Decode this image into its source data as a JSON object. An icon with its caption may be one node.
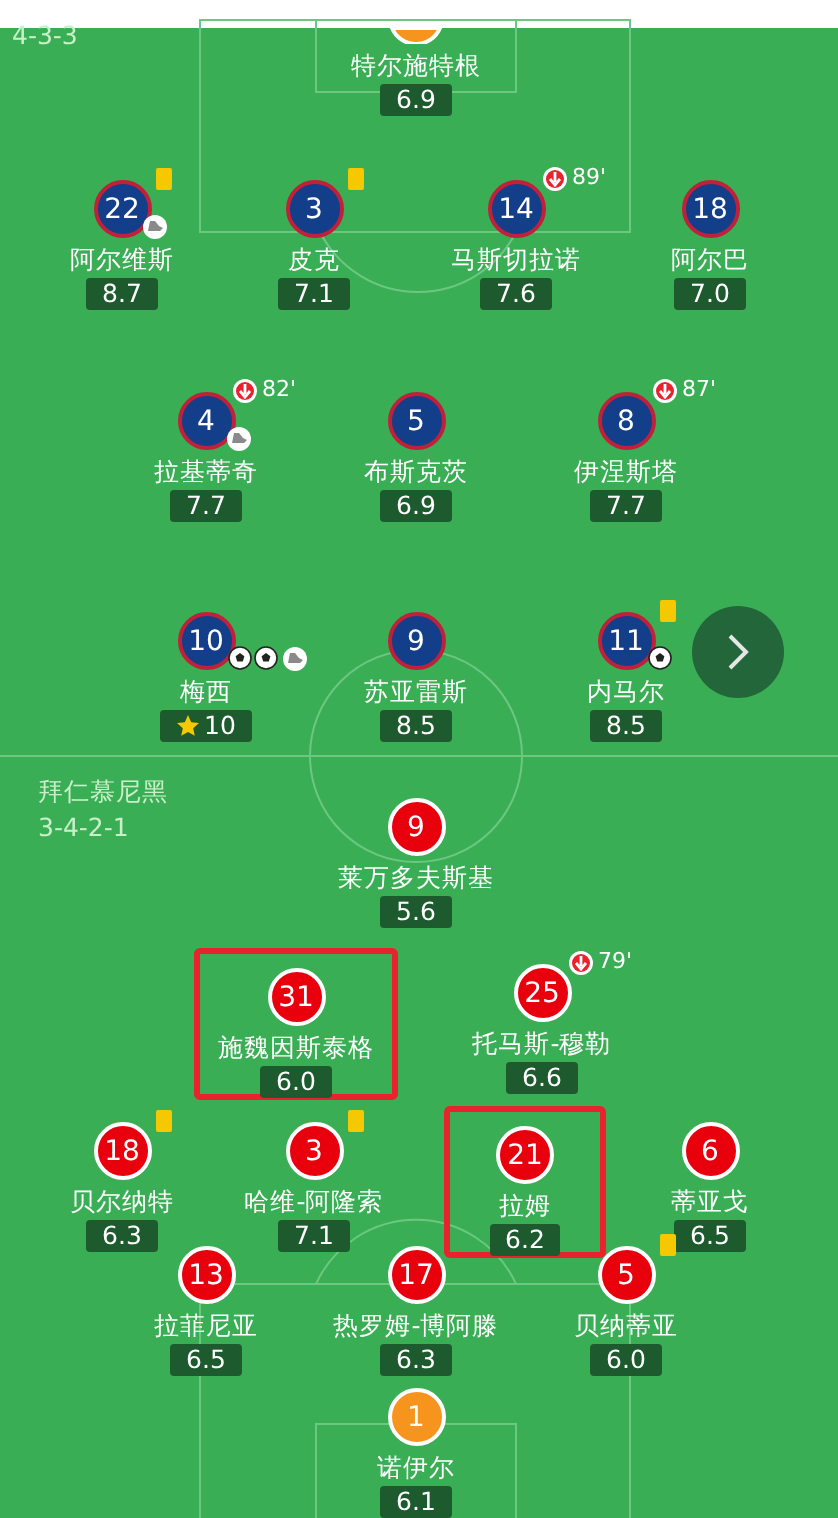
{
  "diagram": {
    "nodes": [
      {
        "text": [
          "特尔施特根",
          "6.9"
        ]
      },
      {
        "text": [
          "22",
          "阿尔维斯",
          "8.7"
        ]
      },
      {
        "text": [
          "3",
          "皮克",
          "7.1"
        ]
      },
      {
        "text": [
          "14",
          "马斯切拉诺",
          "7.6"
        ],
        "beside": [
          "89'"
        ]
      },
      {
        "text": [
          "18",
          "阿尔巴",
          "7.0"
        ]
      },
      {
        "text": [
          "4",
          "拉基蒂奇",
          "7.7"
        ],
        "beside": [
          "82'"
        ]
      },
      {
        "text": [
          "5",
          "布斯克茨",
          "6.9"
        ]
      },
      {
        "text": [
          "8",
          "伊涅斯塔",
          "7.7"
        ],
        "beside": [
          "87'"
        ]
      },
      {
        "text": [
          "10",
          "梅西",
          "10"
        ]
      },
      {
        "text": [
          "9",
          "苏亚雷斯",
          "8.5"
        ]
      },
      {
        "text": [
          "11",
          "内马尔",
          "8.5"
        ]
      },
      {
        "text": [
          "9",
          "莱万多夫斯基",
          "5.6"
        ]
      },
      {
        "text": [],
        "shape": "box"
      },
      {
        "text": [
          "31",
          "施魏因斯泰格",
          "6.0"
        ],
        "in": 12
      },
      {
        "text": [
          "25",
          "托马斯-穆勒",
          "6.6"
        ],
        "beside": [
          "79'"
        ]
      },
      {
        "text": [
          "18",
          "贝尔纳特",
          "6.3"
        ]
      },
      {
        "text": [
          "3",
          "哈维-阿隆索",
          "7.1"
        ]
      },
      {
        "text": [],
        "shape": "box"
      },
      {
        "text": [
          "21",
          "拉姆",
          "6.2"
        ],
        "in": 17
      },
      {
        "text": [
          "6",
          "蒂亚戈",
          "6.5"
        ]
      },
      {
        "text": [
          "13",
          "拉菲尼亚",
          "6.5"
        ]
      },
      {
        "text": [
          "17",
          "热罗姆-博阿滕",
          "6.3"
        ]
      },
      {
        "text": [
          "5",
          "贝纳蒂亚",
          "6.0"
        ]
      },
      {
        "text": [
          "1",
          "诺伊尔",
          "6.1"
        ]
      }
    ],
    "labels": [
      "4-3-3",
      "拜仁慕尼黑",
      "3-4-2-1"
    ]
  }
}
